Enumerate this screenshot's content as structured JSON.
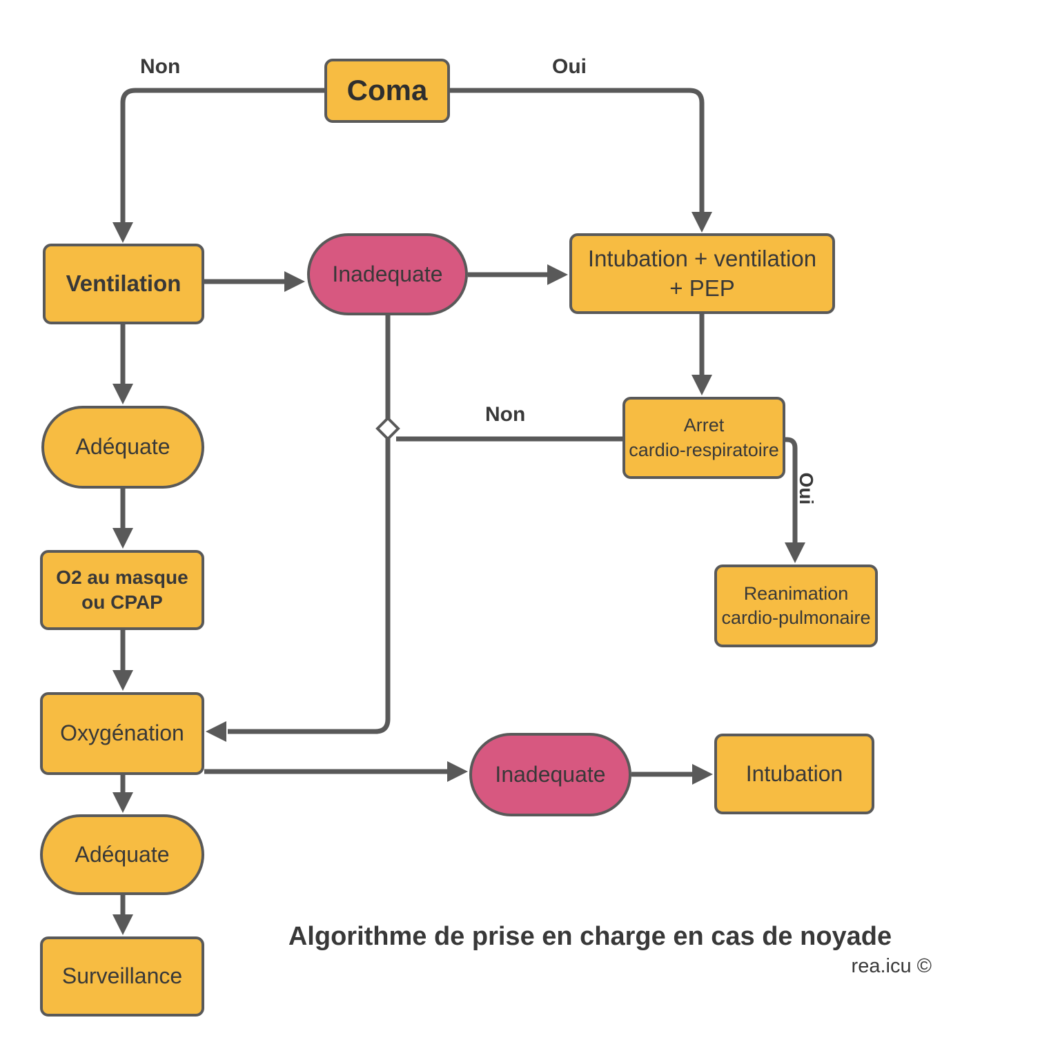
{
  "title": "Algorithme de prise en charge en cas de noyade",
  "credit": "rea.icu ©",
  "colors": {
    "node_fill": "#F7BC42",
    "alert_fill": "#D75880",
    "stroke": "#595959",
    "text": "#383838"
  },
  "nodes": {
    "coma": {
      "label": "Coma"
    },
    "ventilation": {
      "label": "Ventilation"
    },
    "inadequate_top": {
      "label": "Inadequate"
    },
    "intubation_pep": {
      "label": "Intubation + ventilation\n+ PEP"
    },
    "adequate_1": {
      "label": "Adéquate"
    },
    "arret": {
      "label": "Arret\ncardio-respiratoire"
    },
    "o2_masque": {
      "label": "O2 au masque\nou CPAP"
    },
    "reanimation": {
      "label": "Reanimation\ncardio-pulmonaire"
    },
    "oxygenation": {
      "label": "Oxygénation"
    },
    "inadequate_bottom": {
      "label": "Inadequate"
    },
    "intubation": {
      "label": "Intubation"
    },
    "adequate_2": {
      "label": "Adéquate"
    },
    "surveillance": {
      "label": "Surveillance"
    }
  },
  "edge_labels": {
    "non_top": "Non",
    "oui_top": "Oui",
    "non_mid": "Non",
    "oui_right": "Oui"
  }
}
